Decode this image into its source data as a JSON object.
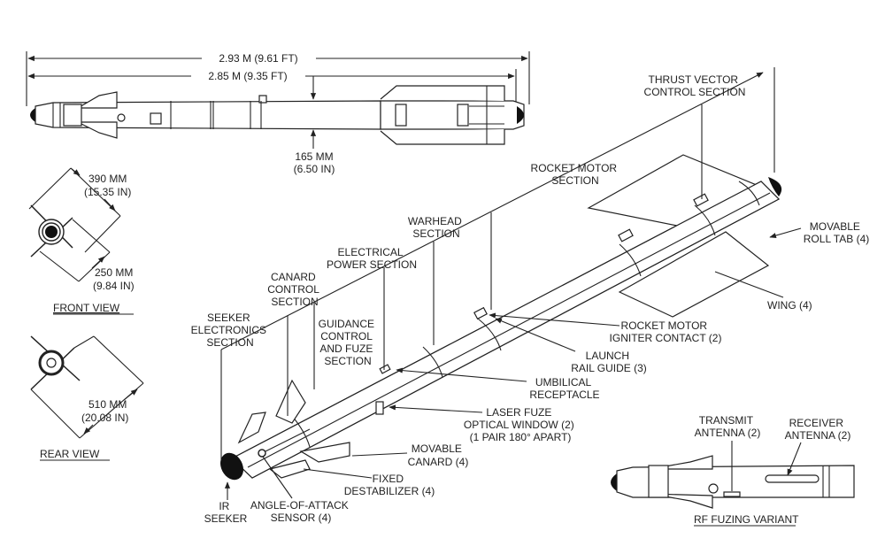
{
  "diagram": {
    "subject": "Missile component diagram",
    "dimensions": {
      "overall_length": "2.93 M (9.61 FT)",
      "body_length": "2.85 M (9.35 FT)",
      "diameter_line1": "165 MM",
      "diameter_line2": "(6.50 IN)",
      "front_span_1_line1": "390 MM",
      "front_span_1_line2": "(15.35 IN)",
      "front_span_2_line1": "250 MM",
      "front_span_2_line2": "(9.84 IN)",
      "rear_span_line1": "510 MM",
      "rear_span_line2": "(20.08 IN)"
    },
    "views": {
      "front": "FRONT VIEW",
      "rear": "REAR VIEW",
      "rf_variant": "RF FUZING VARIANT"
    },
    "sections": {
      "thrust_vector": [
        "THRUST VECTOR",
        "CONTROL SECTION"
      ],
      "rocket_motor": [
        "ROCKET MOTOR",
        "SECTION"
      ],
      "warhead": [
        "WARHEAD",
        "SECTION"
      ],
      "electrical_power": [
        "ELECTRICAL",
        "POWER SECTION"
      ],
      "canard_control": [
        "CANARD",
        "CONTROL",
        "SECTION"
      ],
      "seeker_electronics": [
        "SEEKER",
        "ELECTRONICS",
        "SECTION"
      ],
      "guidance": [
        "GUIDANCE",
        "CONTROL",
        "AND FUZE",
        "SECTION"
      ]
    },
    "callouts": {
      "roll_tab": [
        "MOVABLE",
        "ROLL TAB (4)"
      ],
      "wing": [
        "WING (4)"
      ],
      "igniter": [
        "ROCKET MOTOR",
        "IGNITER CONTACT (2)"
      ],
      "rail_guide": [
        "LAUNCH",
        "RAIL GUIDE (3)"
      ],
      "umbilical": [
        "UMBILICAL",
        "RECEPTACLE"
      ],
      "laser_fuze": [
        "LASER FUZE",
        "OPTICAL WINDOW (2)",
        "(1 PAIR 180° APART)"
      ],
      "canard": [
        "MOVABLE",
        "CANARD (4)"
      ],
      "destabilizer": [
        "FIXED",
        "DESTABILIZER (4)"
      ],
      "aoa": [
        "ANGLE-OF-ATTACK",
        "SENSOR (4)"
      ],
      "ir_seeker": [
        "IR",
        "SEEKER"
      ],
      "transmit": [
        "TRANSMIT",
        "ANTENNA (2)"
      ],
      "receiver": [
        "RECEIVER",
        "ANTENNA (2)"
      ]
    }
  }
}
